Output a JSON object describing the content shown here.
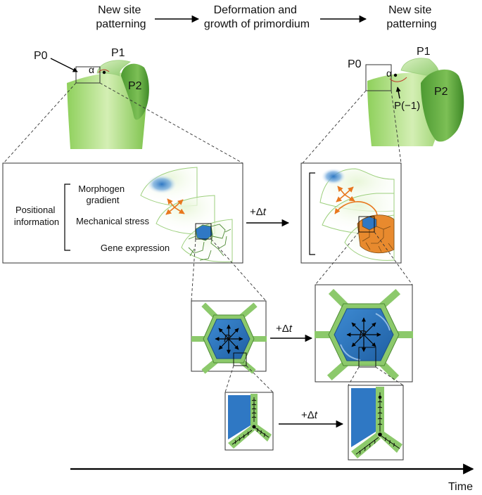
{
  "header": {
    "step1": [
      "New site",
      "patterning"
    ],
    "step2": [
      "Deformation and",
      "growth of primordium"
    ],
    "step3": [
      "New site",
      "patterning"
    ]
  },
  "apex_left": {
    "p0": "P0",
    "p1": "P1",
    "p2": "P2",
    "alpha": "α"
  },
  "apex_right": {
    "p0": "P0",
    "p1": "P1",
    "p2": "P2",
    "alpha": "α",
    "pminus1": "P(−1)"
  },
  "positional_panel": {
    "group_label": [
      "Positional",
      "information"
    ],
    "morphogen": [
      "Morphogen",
      "gradient"
    ],
    "stress": "Mechanical stress",
    "gene": "Gene expression"
  },
  "delta_t": {
    "prefix": "+Δ",
    "var": "t"
  },
  "cell": {
    "label": "P"
  },
  "time_axis": {
    "label": "Time"
  },
  "colors": {
    "tissue_light": "#c9e8a6",
    "tissue_dark": "#5ba83a",
    "wall_green": "#8cc96b",
    "cell_blue": "#2f78c4",
    "stress_orange": "#e8771e",
    "expression_orange": "#e88a2e"
  }
}
